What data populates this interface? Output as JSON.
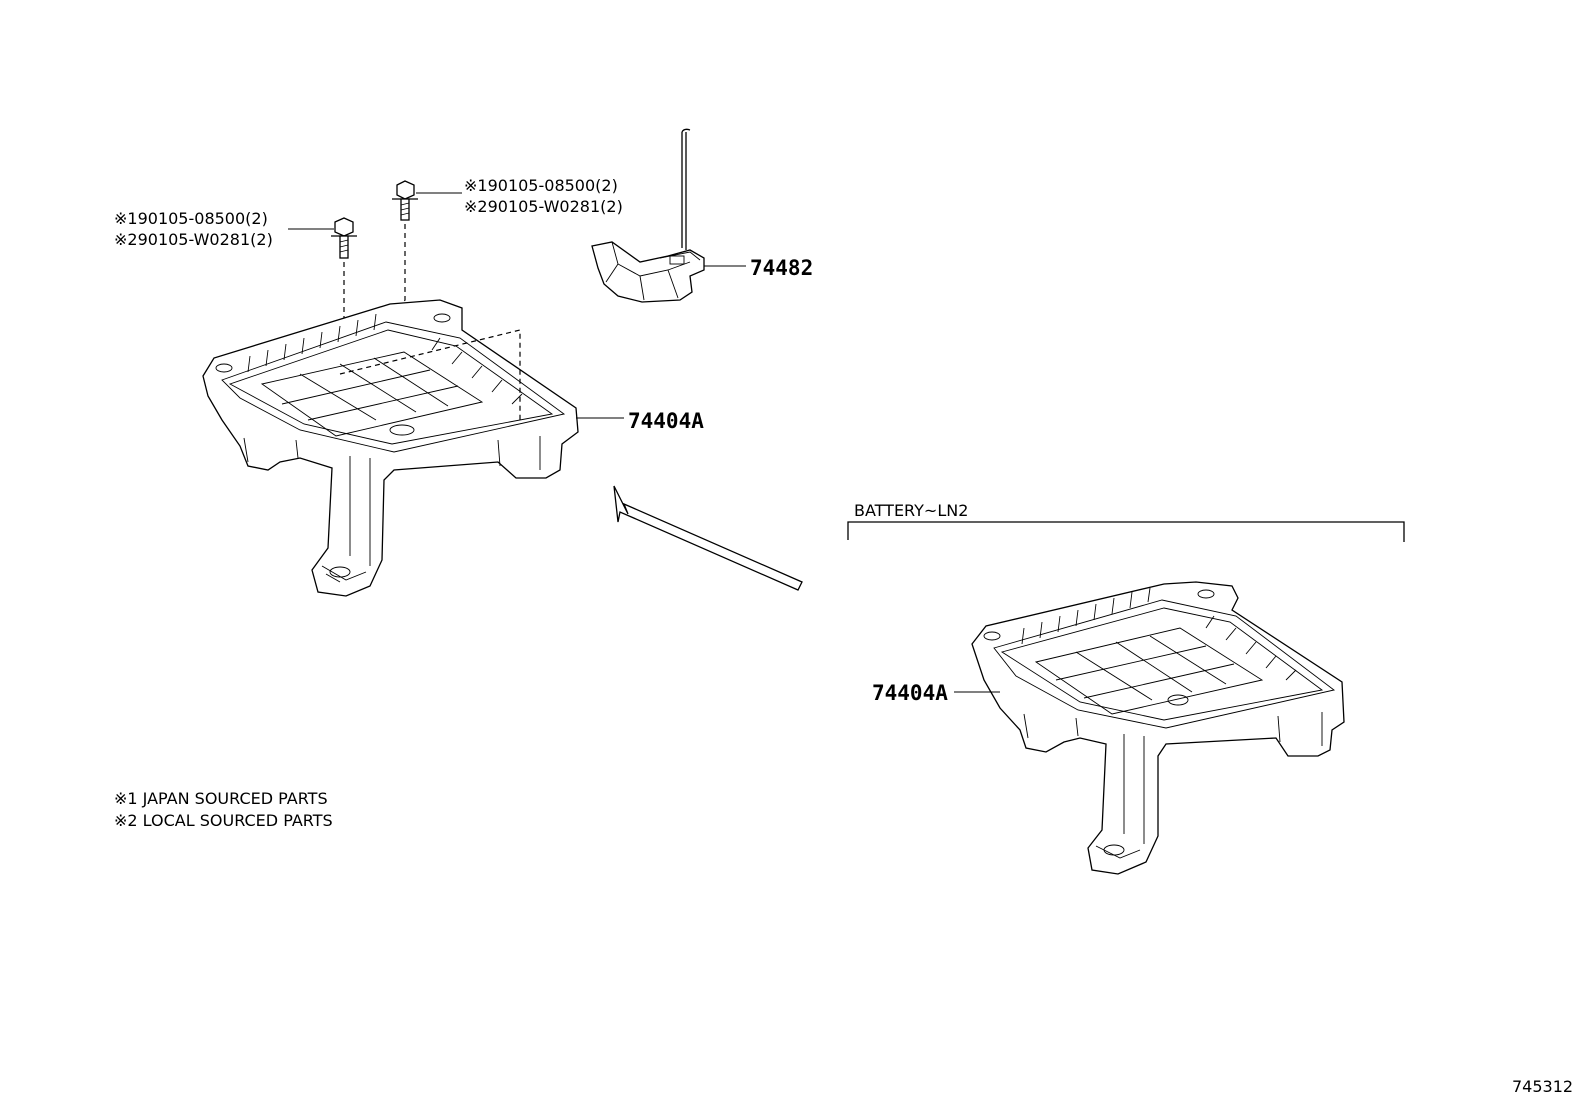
{
  "labels": {
    "bolt_left_line1": "※190105-08500(2)",
    "bolt_left_line2": "※290105-W0281(2)",
    "bolt_right_line1": "※190105-08500(2)",
    "bolt_right_line2": "※290105-W0281(2)",
    "clamp_part": "74482",
    "tray_part_main": "74404A",
    "tray_part_variant": "74404A",
    "variant_group": "BATTERY~LN2"
  },
  "notes": [
    "※1 JAPAN SOURCED PARTS",
    "※2 LOCAL SOURCED PARTS"
  ],
  "illustration_number": "745312"
}
